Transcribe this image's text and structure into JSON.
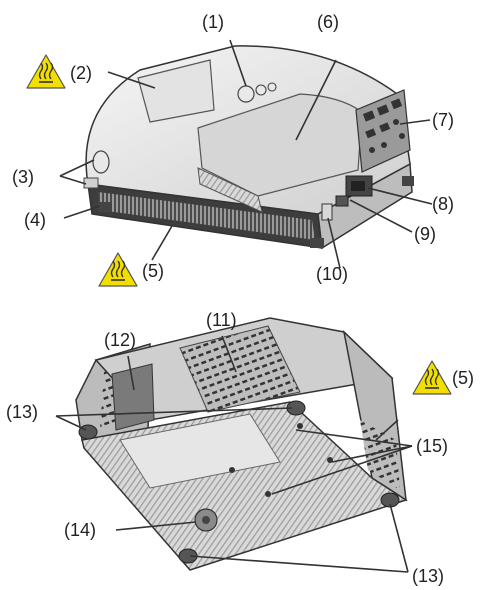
{
  "labels": {
    "l1": "(1)",
    "l2": "(2)",
    "l3": "(3)",
    "l4": "(4)",
    "l5_top": "(5)",
    "l6": "(6)",
    "l7": "(7)",
    "l8": "(8)",
    "l9": "(9)",
    "l10": "(10)",
    "l11": "(11)",
    "l12": "(12)",
    "l13_left": "(13)",
    "l5_bottom": "(5)",
    "l15": "(15)",
    "l14": "(14)",
    "l13_bottom": "(13)"
  },
  "colors": {
    "warning_yellow": "#f2df00",
    "line": "#333333",
    "body_light": "#efefef",
    "body_mid": "#cfcfcf",
    "body_dark": "#5a5a5a"
  },
  "icons": [
    "hot-surface-warning-icon",
    "projector-top-view",
    "projector-bottom-view"
  ]
}
